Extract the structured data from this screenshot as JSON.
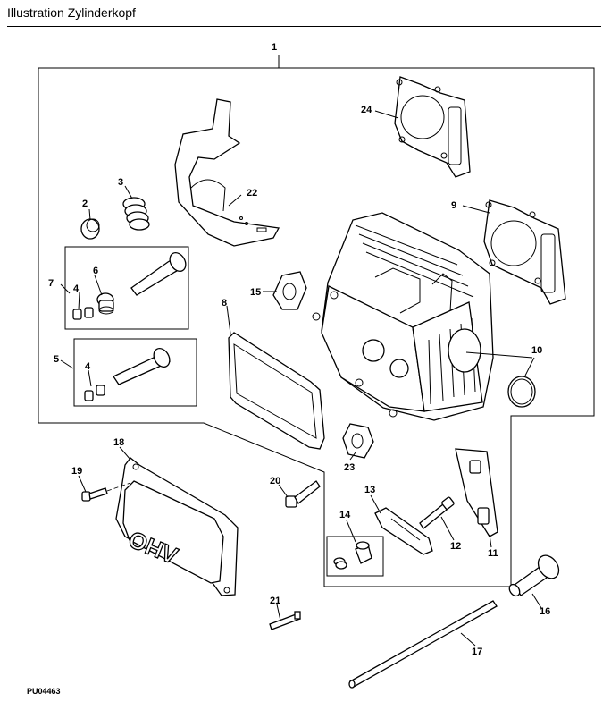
{
  "header": {
    "title": "Illustration  Zylinderkopf"
  },
  "footer": {
    "code": "PU04463"
  },
  "callouts": {
    "c1": "1",
    "c2": "2",
    "c3": "3",
    "c4a": "4",
    "c4b": "4",
    "c5": "5",
    "c6": "6",
    "c7": "7",
    "c8": "8",
    "c9": "9",
    "c10": "10",
    "c11": "11",
    "c12": "12",
    "c13": "13",
    "c14": "14",
    "c15": "15",
    "c16": "16",
    "c17": "17",
    "c18": "18",
    "c19": "19",
    "c20": "20",
    "c21": "21",
    "c22": "22",
    "c23": "23",
    "c24": "24"
  },
  "cover_logo": "OHV"
}
